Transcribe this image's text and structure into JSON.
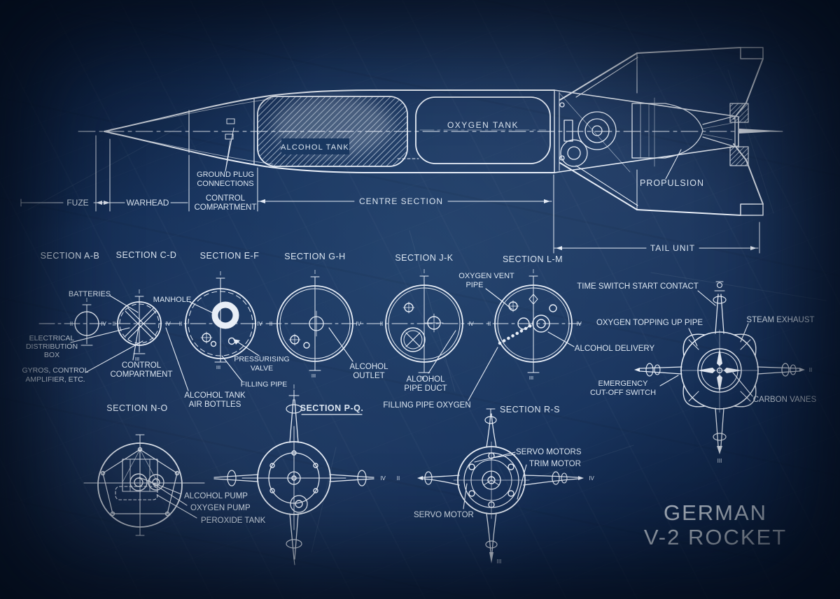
{
  "poster": {
    "title_line1": "GERMAN",
    "title_line2": "V-2 ROCKET"
  },
  "colors": {
    "background_center": "#21416c",
    "background_edge": "#0a1f3e",
    "line": "#e8eef7",
    "text": "#dde7f2",
    "label_box": "#1a3861"
  },
  "side_view": {
    "alcohol_tank": "ALCOHOL TANK",
    "oxygen_tank": "OXYGEN TANK",
    "propulsion": "PROPULSION",
    "ground_plug": [
      "GROUND PLUG",
      "CONNECTIONS"
    ],
    "dimensions": {
      "fuze": "FUZE",
      "warhead": "WARHEAD",
      "control_compartment": [
        "CONTROL",
        "COMPARTMENT"
      ],
      "centre_section": "CENTRE SECTION",
      "tail_unit": "TAIL UNIT"
    }
  },
  "section_titles": {
    "ab": "SECTION A-B",
    "cd": "SECTION C-D",
    "ef": "SECTION E-F",
    "gh": "SECTION G-H",
    "jk": "SECTION J-K",
    "lm": "SECTION L-M",
    "no": "SECTION N-O",
    "pq": "SECTION P-Q.",
    "rs": "SECTION R-S"
  },
  "callouts": {
    "batteries": "BATTERIES",
    "manhole": "MANHOLE",
    "electrical_distribution_box": [
      "ELECTRICAL",
      "DISTRIBUTION",
      "BOX"
    ],
    "gyros_control_amplifier": [
      "GYROS, CONTROL",
      "AMPLIFIER, ETC."
    ],
    "control_compartment": [
      "CONTROL",
      "COMPARTMENT"
    ],
    "alcohol_tank_air_bottles": [
      "ALCOHOL TANK",
      "AIR BOTTLES"
    ],
    "pressurising_valve": [
      "PRESSURISING",
      "VALVE"
    ],
    "filling_pipe": "FILLING PIPE",
    "alcohol_outlet": [
      "ALCOHOL",
      "OUTLET"
    ],
    "alcohol_pipe_duct": [
      "ALCOHOL",
      "PIPE DUCT"
    ],
    "oxygen_vent_pipe": [
      "OXYGEN VENT",
      "PIPE"
    ],
    "filling_pipe_oxygen": "FILLING PIPE OXYGEN",
    "time_switch_start_contact": "TIME SWITCH START CONTACT",
    "oxygen_topping_up_pipe": "OXYGEN TOPPING UP PIPE",
    "alcohol_delivery": "ALCOHOL DELIVERY",
    "steam_exhaust": "STEAM EXHAUST",
    "emergency_cut_off_switch": [
      "EMERGENCY",
      "CUT-OFF SWITCH"
    ],
    "carbon_vanes": "CARBON VANES",
    "alcohol_pump": "ALCOHOL PUMP",
    "oxygen_pump": "OXYGEN PUMP",
    "peroxide_tank": "PEROXIDE TANK",
    "servo_motors": "SERVO MOTORS",
    "trim_motor": "TRIM MOTOR",
    "servo_motor": "SERVO MOTOR"
  },
  "numerals": {
    "i": "I",
    "ii": "II",
    "iii": "III",
    "iv": "IV"
  }
}
